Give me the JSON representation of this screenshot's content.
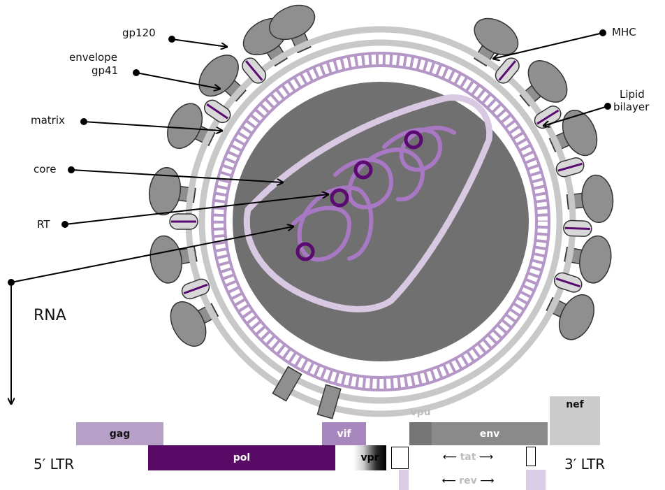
{
  "labels": {
    "gp120": "gp120",
    "envelope": "envelope",
    "gp41": "gp41",
    "matrix": "matrix",
    "core": "core",
    "rt": "RT",
    "rna": "RNA",
    "mhc": "MHC",
    "lipid": "Lipid",
    "bilayer": "bilayer"
  },
  "genome": {
    "ltr5": "5′ LTR",
    "ltr3": "3′ LTR",
    "genes": {
      "gag": "gag",
      "pol": "pol",
      "vif": "vif",
      "vpr": "vpr",
      "vpu": "vpu",
      "env": "env",
      "nef": "nef",
      "tat": "tat",
      "rev": "rev"
    }
  },
  "colors": {
    "spike_gray": "#8f8f8f",
    "membrane_gray": "#c8c8c8",
    "matrix_purple": "#b497c6",
    "core_gray": "#707070",
    "capsid_lilac": "#d9c8e2",
    "rna_lilac": "#a878c4",
    "rt_purple": "#5a0a70",
    "gag": "#b7a0c8",
    "pol": "#580a66",
    "vif": "#a887bf",
    "vpu": "#757575",
    "env": "#8a8a8a",
    "nef": "#cccccc",
    "rev": "#dccde6"
  }
}
